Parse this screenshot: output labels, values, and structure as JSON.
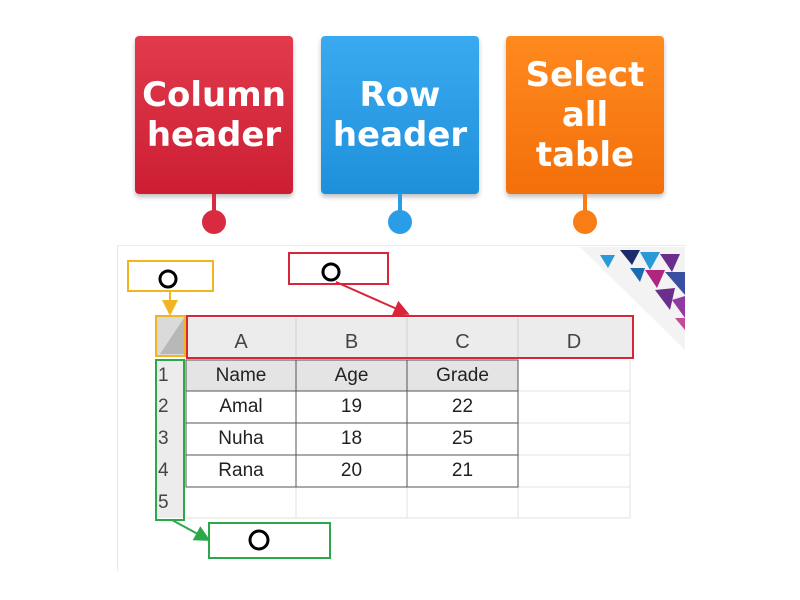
{
  "cards": [
    {
      "label": "Column\nheader",
      "color": "#d92b3f"
    },
    {
      "label": "Row\nheader",
      "color": "#2b9ce6"
    },
    {
      "label": "Select\nall\ntable",
      "color": "#f77d14"
    }
  ],
  "columns": [
    "A",
    "B",
    "C",
    "D"
  ],
  "rows": [
    "1",
    "2",
    "3",
    "4",
    "5"
  ],
  "table": {
    "header": [
      "Name",
      "Age",
      "Grade"
    ],
    "body": [
      [
        "Amal",
        "19",
        "22"
      ],
      [
        "Nuha",
        "18",
        "25"
      ],
      [
        "Rana",
        "20",
        "21"
      ]
    ]
  },
  "colors": {
    "red": "#d92b3f",
    "blue": "#2b9ce6",
    "orange": "#f77d14",
    "yellow": "#f0b51f",
    "green": "#2aa84a",
    "header_bg": "#ebebeb",
    "table_header_bg": "#e4e4e4"
  }
}
